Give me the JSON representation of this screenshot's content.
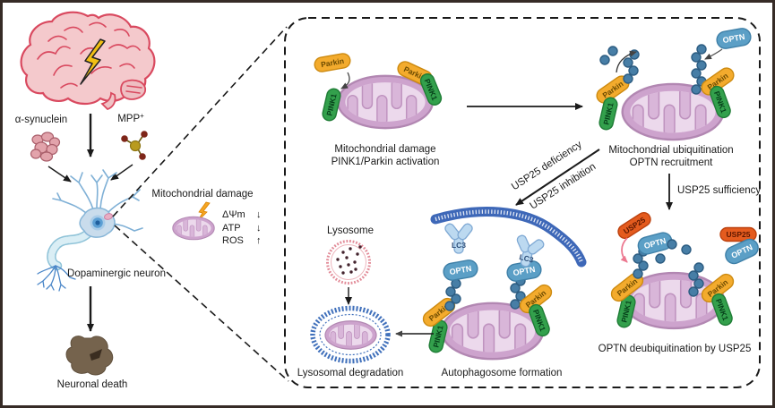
{
  "left_panel": {
    "alpha_synuclein": "α-synuclein",
    "mpp_base": "MPP",
    "mpp_sup": "+",
    "mitochondrial_damage": "Mitochondrial damage",
    "metrics": [
      {
        "label": "ΔΨm",
        "arrow": "↓"
      },
      {
        "label": "ATP",
        "arrow": "↓"
      },
      {
        "label": "ROS",
        "arrow": "↑"
      }
    ],
    "dopaminergic_neuron": "Dopaminergic neuron",
    "neuronal_death": "Neuronal death"
  },
  "pathway": {
    "step1_line1": "Mitochondrial damage",
    "step1_line2": "PINK1/Parkin activation",
    "step2_line1": "Mitochondrial ubiquitination",
    "step2_line2": "OPTN recruitment",
    "usp25_sufficiency": "USP25 sufficiency",
    "usp25_deficiency": "USP25 deficiency",
    "usp25_inhibition": "USP25 inhibition",
    "step3_caption": "OPTN deubiquitination by USP25",
    "autophagosome_caption": "Autophagosome formation",
    "lysosome_label": "Lysosome",
    "lysosomal_degradation_caption": "Lysosomal degradation"
  },
  "proteins": {
    "parkin": "Parkin",
    "pink1": "PINK1",
    "optn": "OPTN",
    "usp25": "USP25",
    "lc3": "LC3"
  },
  "colors": {
    "parkin": "#f3ab2d",
    "pink1": "#33a04c",
    "optn": "#5b9fc6",
    "usp25": "#e45b1e",
    "ubiquitin": "#477ea6",
    "membrane": "#3e68b8",
    "mito_outer": "#cda3cd",
    "lysosome_ring": "#e28b98",
    "inhibit_arrow": "#ec7890",
    "frame": "#362b26"
  }
}
